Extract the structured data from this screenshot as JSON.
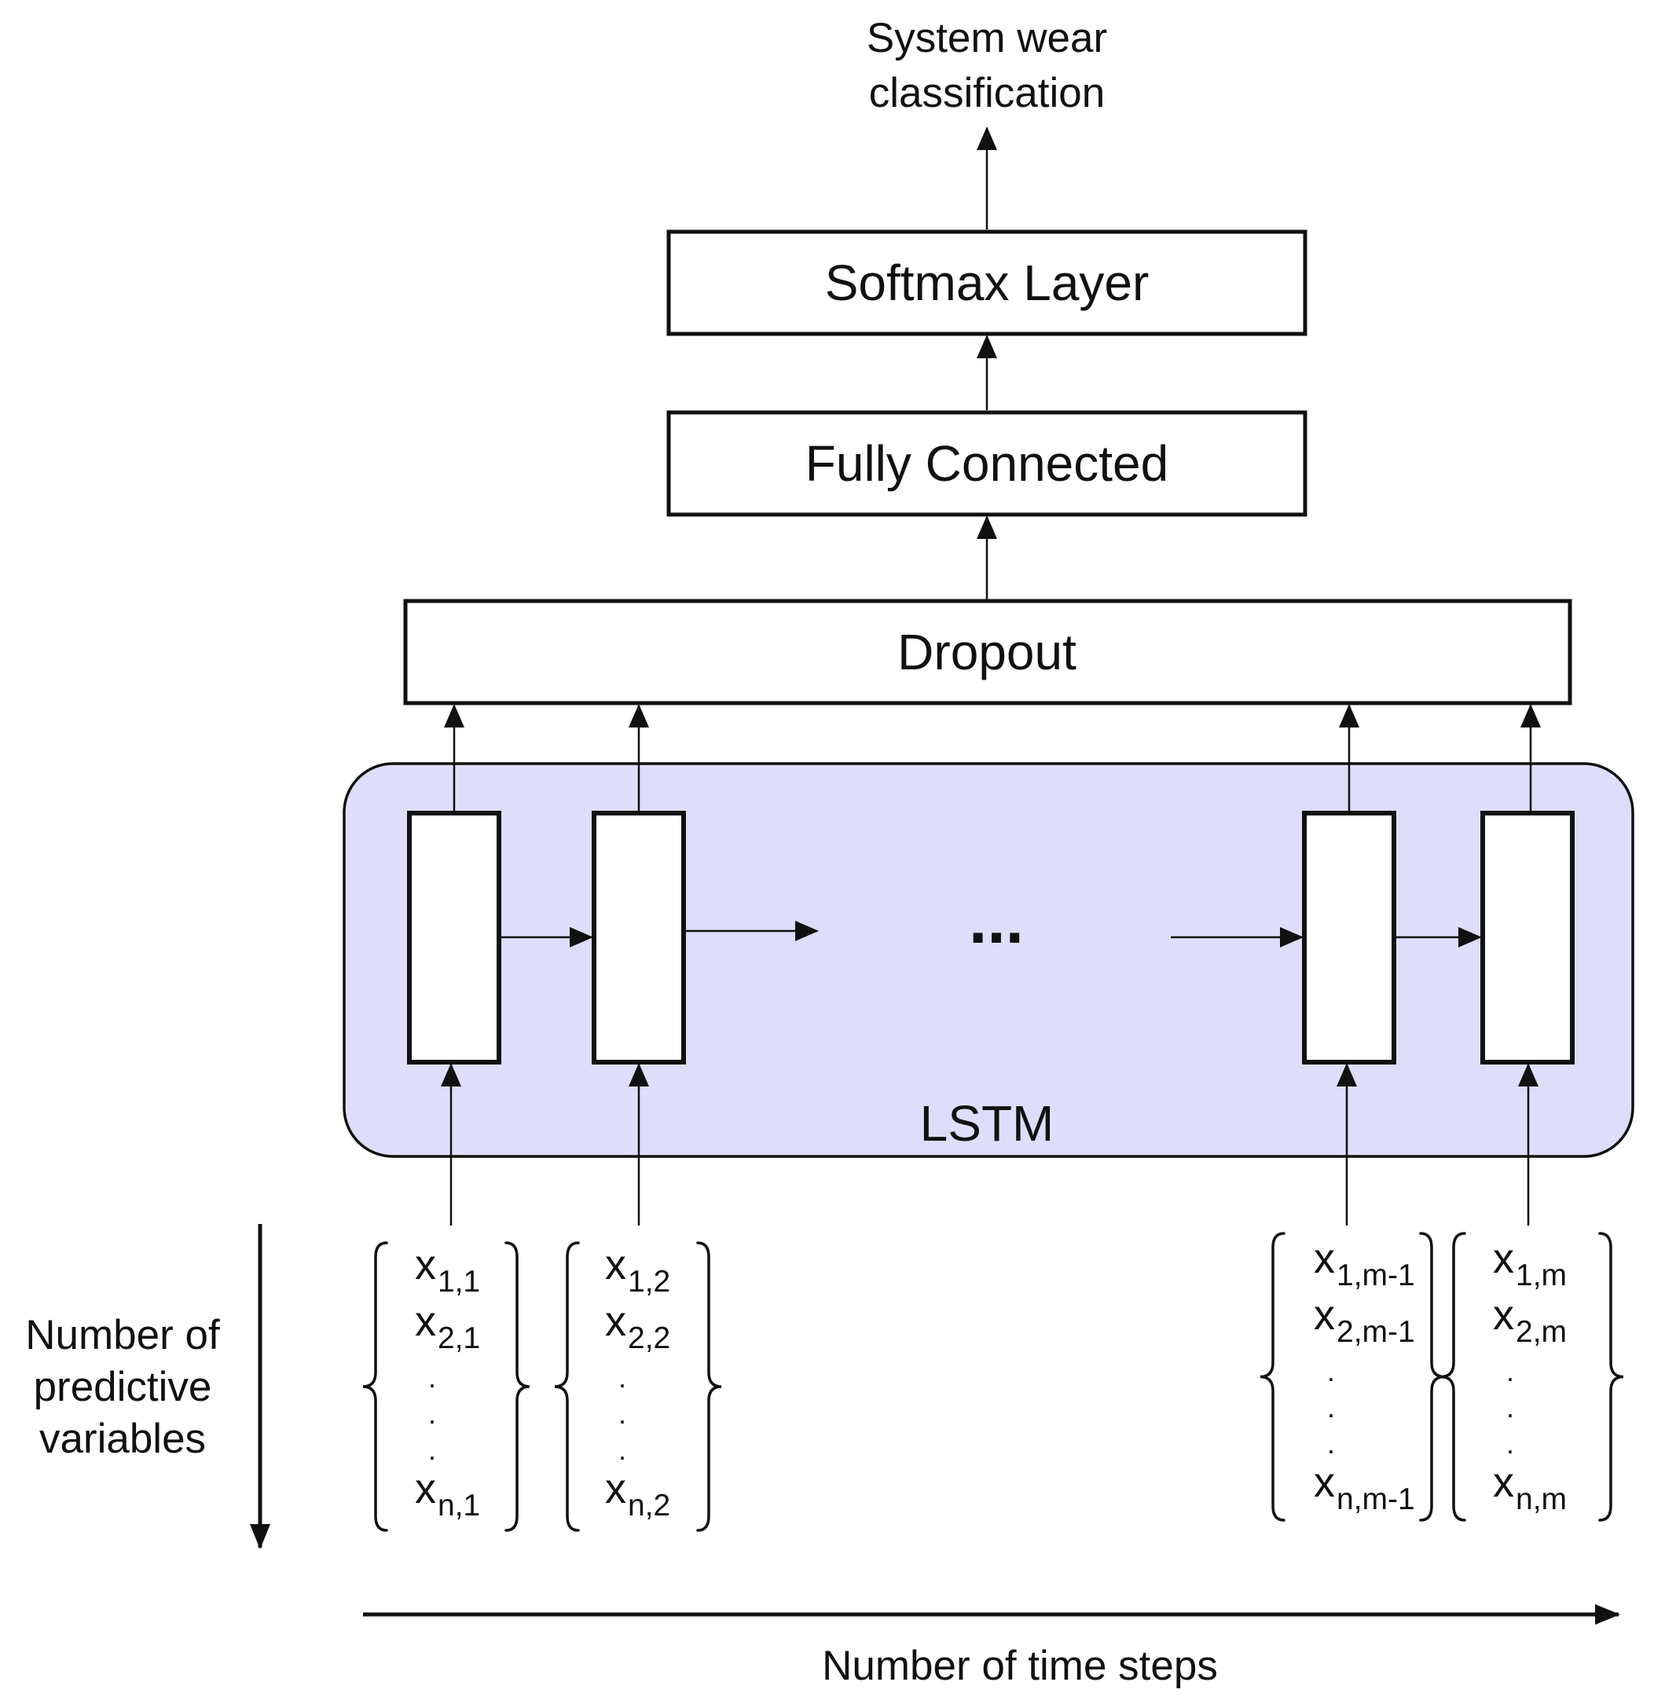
{
  "diagram": {
    "output_label": [
      "System wear",
      "classification"
    ],
    "softmax_label": "Softmax Layer",
    "fc_label": "Fully Connected",
    "dropout_label": "Dropout",
    "lstm_label": "LSTM",
    "ellipsis": "...",
    "vars_axis_label": [
      "Number of",
      "predictive",
      "variables"
    ],
    "time_axis_label": "Number of time steps",
    "lstm_fill": "#dedefb",
    "line_color": "#111111",
    "input_columns": [
      {
        "base": [
          "x",
          "x",
          "x"
        ],
        "subs": [
          "1,1",
          "2,1",
          "n,1"
        ],
        "dots": [
          ".",
          ".",
          "."
        ]
      },
      {
        "base": [
          "x",
          "x",
          "x"
        ],
        "subs": [
          "1,2",
          "2,2",
          "n,2"
        ],
        "dots": [
          ".",
          ".",
          "."
        ]
      },
      {
        "base": [
          "x",
          "x",
          "x"
        ],
        "subs": [
          "1,m-1",
          "2,m-1",
          "n,m-1"
        ],
        "dots": [
          ".",
          ".",
          "."
        ]
      },
      {
        "base": [
          "x",
          "x",
          "x"
        ],
        "subs": [
          "1,m",
          "2,m",
          "n,m"
        ],
        "dots": [
          ".",
          ".",
          "."
        ]
      }
    ]
  }
}
